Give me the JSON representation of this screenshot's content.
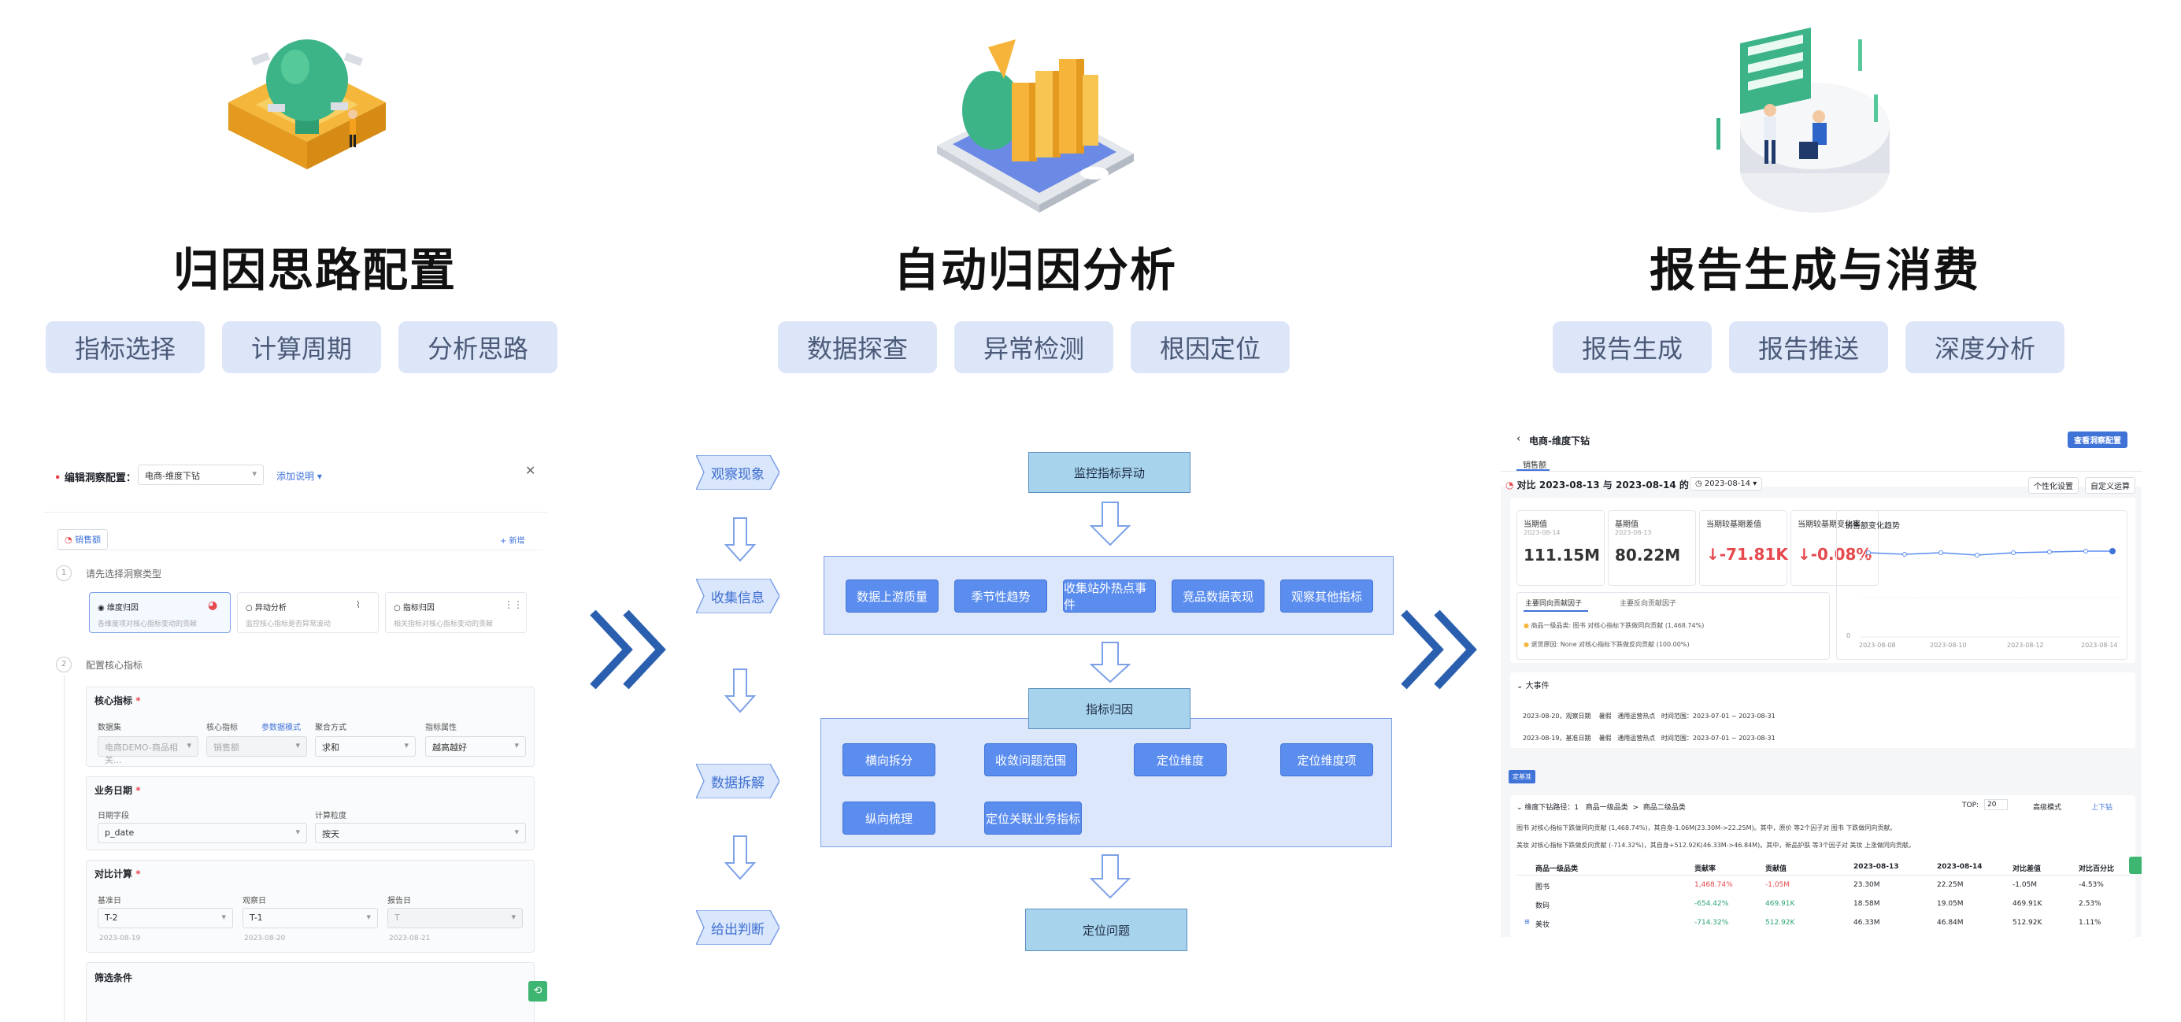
{
  "stages": [
    {
      "title": "归因思路配置",
      "pills": [
        "指标选择",
        "计算周期",
        "分析思路"
      ]
    },
    {
      "title": "自动归因分析",
      "pills": [
        "数据探查",
        "异常检测",
        "根因定位"
      ]
    },
    {
      "title": "报告生成与消费",
      "pills": [
        "报告生成",
        "报告推送",
        "深度分析"
      ]
    }
  ],
  "config": {
    "header_label": "编辑洞察配置",
    "header_value": "电商-维度下钻",
    "add_desc": "添加说明 ▾",
    "tab": "销售额",
    "new": "+ 新增",
    "step1": "请先选择洞察类型",
    "types": [
      {
        "name": "维度归因",
        "desc": "各维度项对核心指标变动的贡献"
      },
      {
        "name": "异动分析",
        "desc": "监控核心指标是否异常波动"
      },
      {
        "name": "指标归因",
        "desc": "相关指标对核心指标变动的贡献"
      }
    ],
    "step2": "配置核心指标",
    "core_title": "核心指标",
    "core_labels": [
      "数据集",
      "核心指标",
      "参数据模式",
      "聚合方式",
      "指标属性"
    ],
    "core_values": [
      "电商DEMO-商品相关...",
      "销售额",
      "求和",
      "越高越好"
    ],
    "date_title": "业务日期",
    "date_labels": [
      "日期字段",
      "计算粒度"
    ],
    "date_values": [
      "p_date",
      "按天"
    ],
    "cmp_title": "对比计算",
    "cmp_labels": [
      "基准日",
      "观察日",
      "报告日"
    ],
    "cmp_values": [
      "T-2",
      "T-1",
      "T"
    ],
    "cmp_dates": [
      "2023-08-19",
      "2023-08-20",
      "2023-08-21"
    ],
    "filter_title": "筛选条件"
  },
  "flow": {
    "left_tags": [
      "观察现象",
      "收集信息",
      "数据拆解",
      "给出判断"
    ],
    "top": "监控指标异动",
    "info_boxes": [
      "数据上游质量",
      "季节性趋势",
      "收集站外热点事件",
      "竞品数据表现",
      "观察其他指标"
    ],
    "attr": "指标归因",
    "attr_boxes": [
      "横向拆分",
      "收敛问题范围",
      "定位维度",
      "定位维度项",
      "纵向梳理",
      "定位关联业务指标"
    ],
    "bottom": "定位问题"
  },
  "report": {
    "title": "电商-维度下钻",
    "view_btn": "查看洞察配置",
    "tab": "销售额",
    "compare": "对比 2023-08-13 与 2023-08-14 的 销售额",
    "date": "2023-08-14",
    "btn_personal": "个性化设置",
    "btn_custom": "自定义运算",
    "metrics": [
      {
        "label": "当期值",
        "date": "2023-08-14",
        "value": "111.15M"
      },
      {
        "label": "基期值",
        "date": "2023-08-13",
        "value": "80.22M"
      },
      {
        "label": "当期较基期差值",
        "date": "",
        "value": "↓-71.81K"
      },
      {
        "label": "当期较基期变化率",
        "date": "",
        "value": "↓-0.08%"
      }
    ],
    "trend_title": "销售额变化趋势",
    "trend_x": [
      "2023-08-08",
      "2023-08-10",
      "2023-08-12",
      "2023-08-14"
    ],
    "trend_zero": "0",
    "factor_tabs": [
      "主要同向贡献因子",
      "主要反向贡献因子"
    ],
    "factor1": "商品一级品类: 图书  对核心指标下跌做同向贡献 (1,468.74%)",
    "factor2": "退货原因: None  对核心指标下跌做反向贡献 (100.00%)",
    "events_title": "大事件",
    "events": [
      "2023-08-20，观察日期    暑假   通用运营热点   时间范围：2023-07-01 ~ 2023-08-31",
      "2023-08-19，基准日期    暑假   通用运营热点   时间范围：2023-07-01 ~ 2023-08-31"
    ],
    "save_btn": "定基准",
    "drill_path": "维度下钻路径：1   商品一级品类  >  商品二级品类",
    "top_label": "TOP:",
    "top_value": "20",
    "adv_mode": "高级模式",
    "go_up": "上下钻",
    "note1": "图书 对核心指标下跌做同向贡献 (1,468.74%)，其自身-1.06M(23.30M->22.25M)。其中，原价 等2个因子对 图书 下跌做同向贡献。",
    "note2": "美妆 对核心指标下跌做反向贡献 (-714.32%)，其自身+512.92K(46.33M->46.84M)。其中，新品护肤 等3个因子对 美妆 上涨做同向贡献。",
    "table_headers": [
      "商品一级品类",
      "贡献率",
      "贡献值",
      "2023-08-13",
      "2023-08-14",
      "对比差值",
      "对比百分比"
    ],
    "table_rows": [
      [
        "图书",
        "1,468.74%",
        "-1.05M",
        "23.30M",
        "22.25M",
        "-1.05M",
        "-4.53%"
      ],
      [
        "数码",
        "-654.42%",
        "469.91K",
        "18.58M",
        "19.05M",
        "469.91K",
        "2.53%"
      ],
      [
        "美妆",
        "-714.32%",
        "512.92K",
        "46.33M",
        "46.84M",
        "512.92K",
        "1.11%"
      ]
    ]
  },
  "colors": {
    "accent": "#3f73d8",
    "pill_bg": "#dde6f8",
    "teal": "#a8d3ec",
    "red": "#e5484d",
    "green": "#2ba471",
    "chevron": "#2a5fb0"
  }
}
